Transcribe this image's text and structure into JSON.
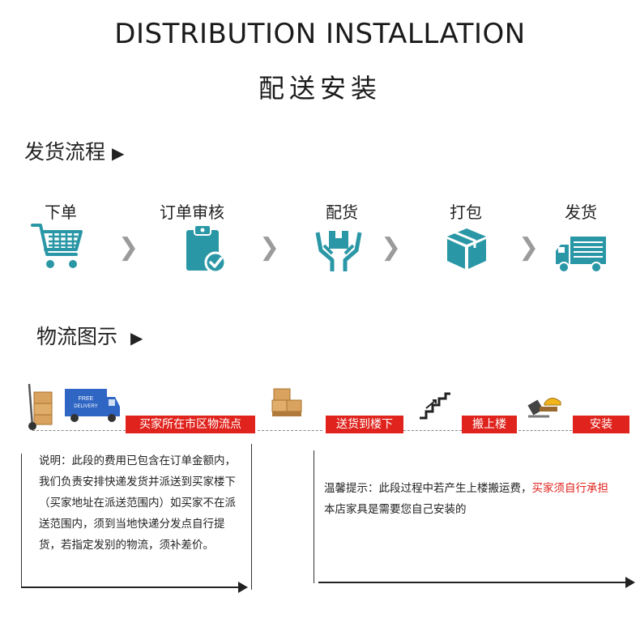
{
  "header": {
    "title_en": "DISTRIBUTION INSTALLATION",
    "title_cn": "配送安装"
  },
  "process": {
    "heading": "发货流程",
    "arrow": "▶",
    "steps": [
      {
        "label": "下单",
        "icon": "shopping-cart-icon"
      },
      {
        "label": "订单审核",
        "icon": "clipboard-check-icon"
      },
      {
        "label": "配货",
        "icon": "hands-box-icon"
      },
      {
        "label": "打包",
        "icon": "package-box-icon"
      },
      {
        "label": "发货",
        "icon": "delivery-truck-icon"
      }
    ],
    "separator": "❯"
  },
  "logistics": {
    "heading": "物流图示",
    "arrow": "▶",
    "stages": [
      {
        "label": "买家所在市区物流点",
        "icon": "truck-with-boxes-icon"
      },
      {
        "label": "送货到楼下",
        "icon": "boxes-stack-icon"
      },
      {
        "label": "搬上楼",
        "icon": "stairs-icon"
      },
      {
        "label": "安装",
        "icon": "tools-icon"
      }
    ],
    "truck_text": "FREE DELIVERY",
    "note_left": "说明：此段的费用已包含在订单金额内，我们负责安排快递发货并派送到买家楼下（买家地址在派送范围内）如买家不在派送范围内，须到当地快递分发点自行提货，若指定发别的物流，须补差价。",
    "note_right_prefix": "温馨提示：此段过程中若产生上楼搬运费，",
    "note_right_red": "买家须自行承担",
    "note_right_line2": "本店家具是需要您自己安装的"
  },
  "colors": {
    "teal": "#2a97a6",
    "red": "#e0231d",
    "chevron": "#9b9b9b"
  }
}
